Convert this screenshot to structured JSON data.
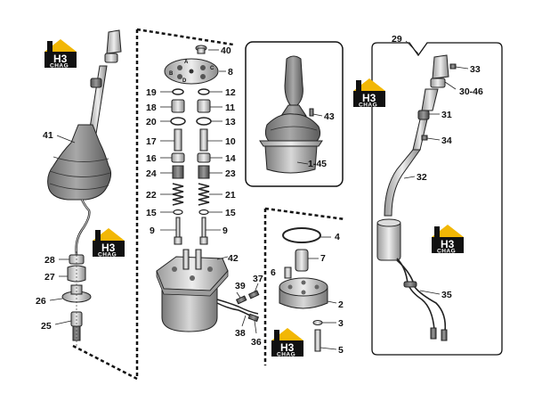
{
  "logo": {
    "mark": "H3",
    "text": "CHAG",
    "color": "#f2b705"
  },
  "callouts": {
    "c41": "41",
    "c28": "28",
    "c27": "27",
    "c26": "26",
    "c25": "25",
    "c40": "40",
    "c8": "8",
    "c19": "19",
    "c12": "12",
    "c18": "18",
    "c11": "11",
    "c20": "20",
    "c13": "13",
    "c17": "17",
    "c10": "10",
    "c16": "16",
    "c14": "14",
    "c24": "24",
    "c23": "23",
    "c22": "22",
    "c21": "21",
    "c15a": "15",
    "c15b": "15",
    "c9a": "9",
    "c9b": "9",
    "c42": "42",
    "c39": "39",
    "c37": "37",
    "c38": "38",
    "c36": "36",
    "c43": "43",
    "c145": "1-45",
    "c4": "4",
    "c7": "7",
    "c6": "6",
    "c2": "2",
    "c3": "3",
    "c5": "5",
    "c29": "29",
    "c33": "33",
    "c3046": "30-46",
    "c31": "31",
    "c34": "34",
    "c32": "32",
    "c35": "35"
  },
  "plate_letters": {
    "a": "A",
    "b": "B",
    "c": "C",
    "d": "D"
  }
}
